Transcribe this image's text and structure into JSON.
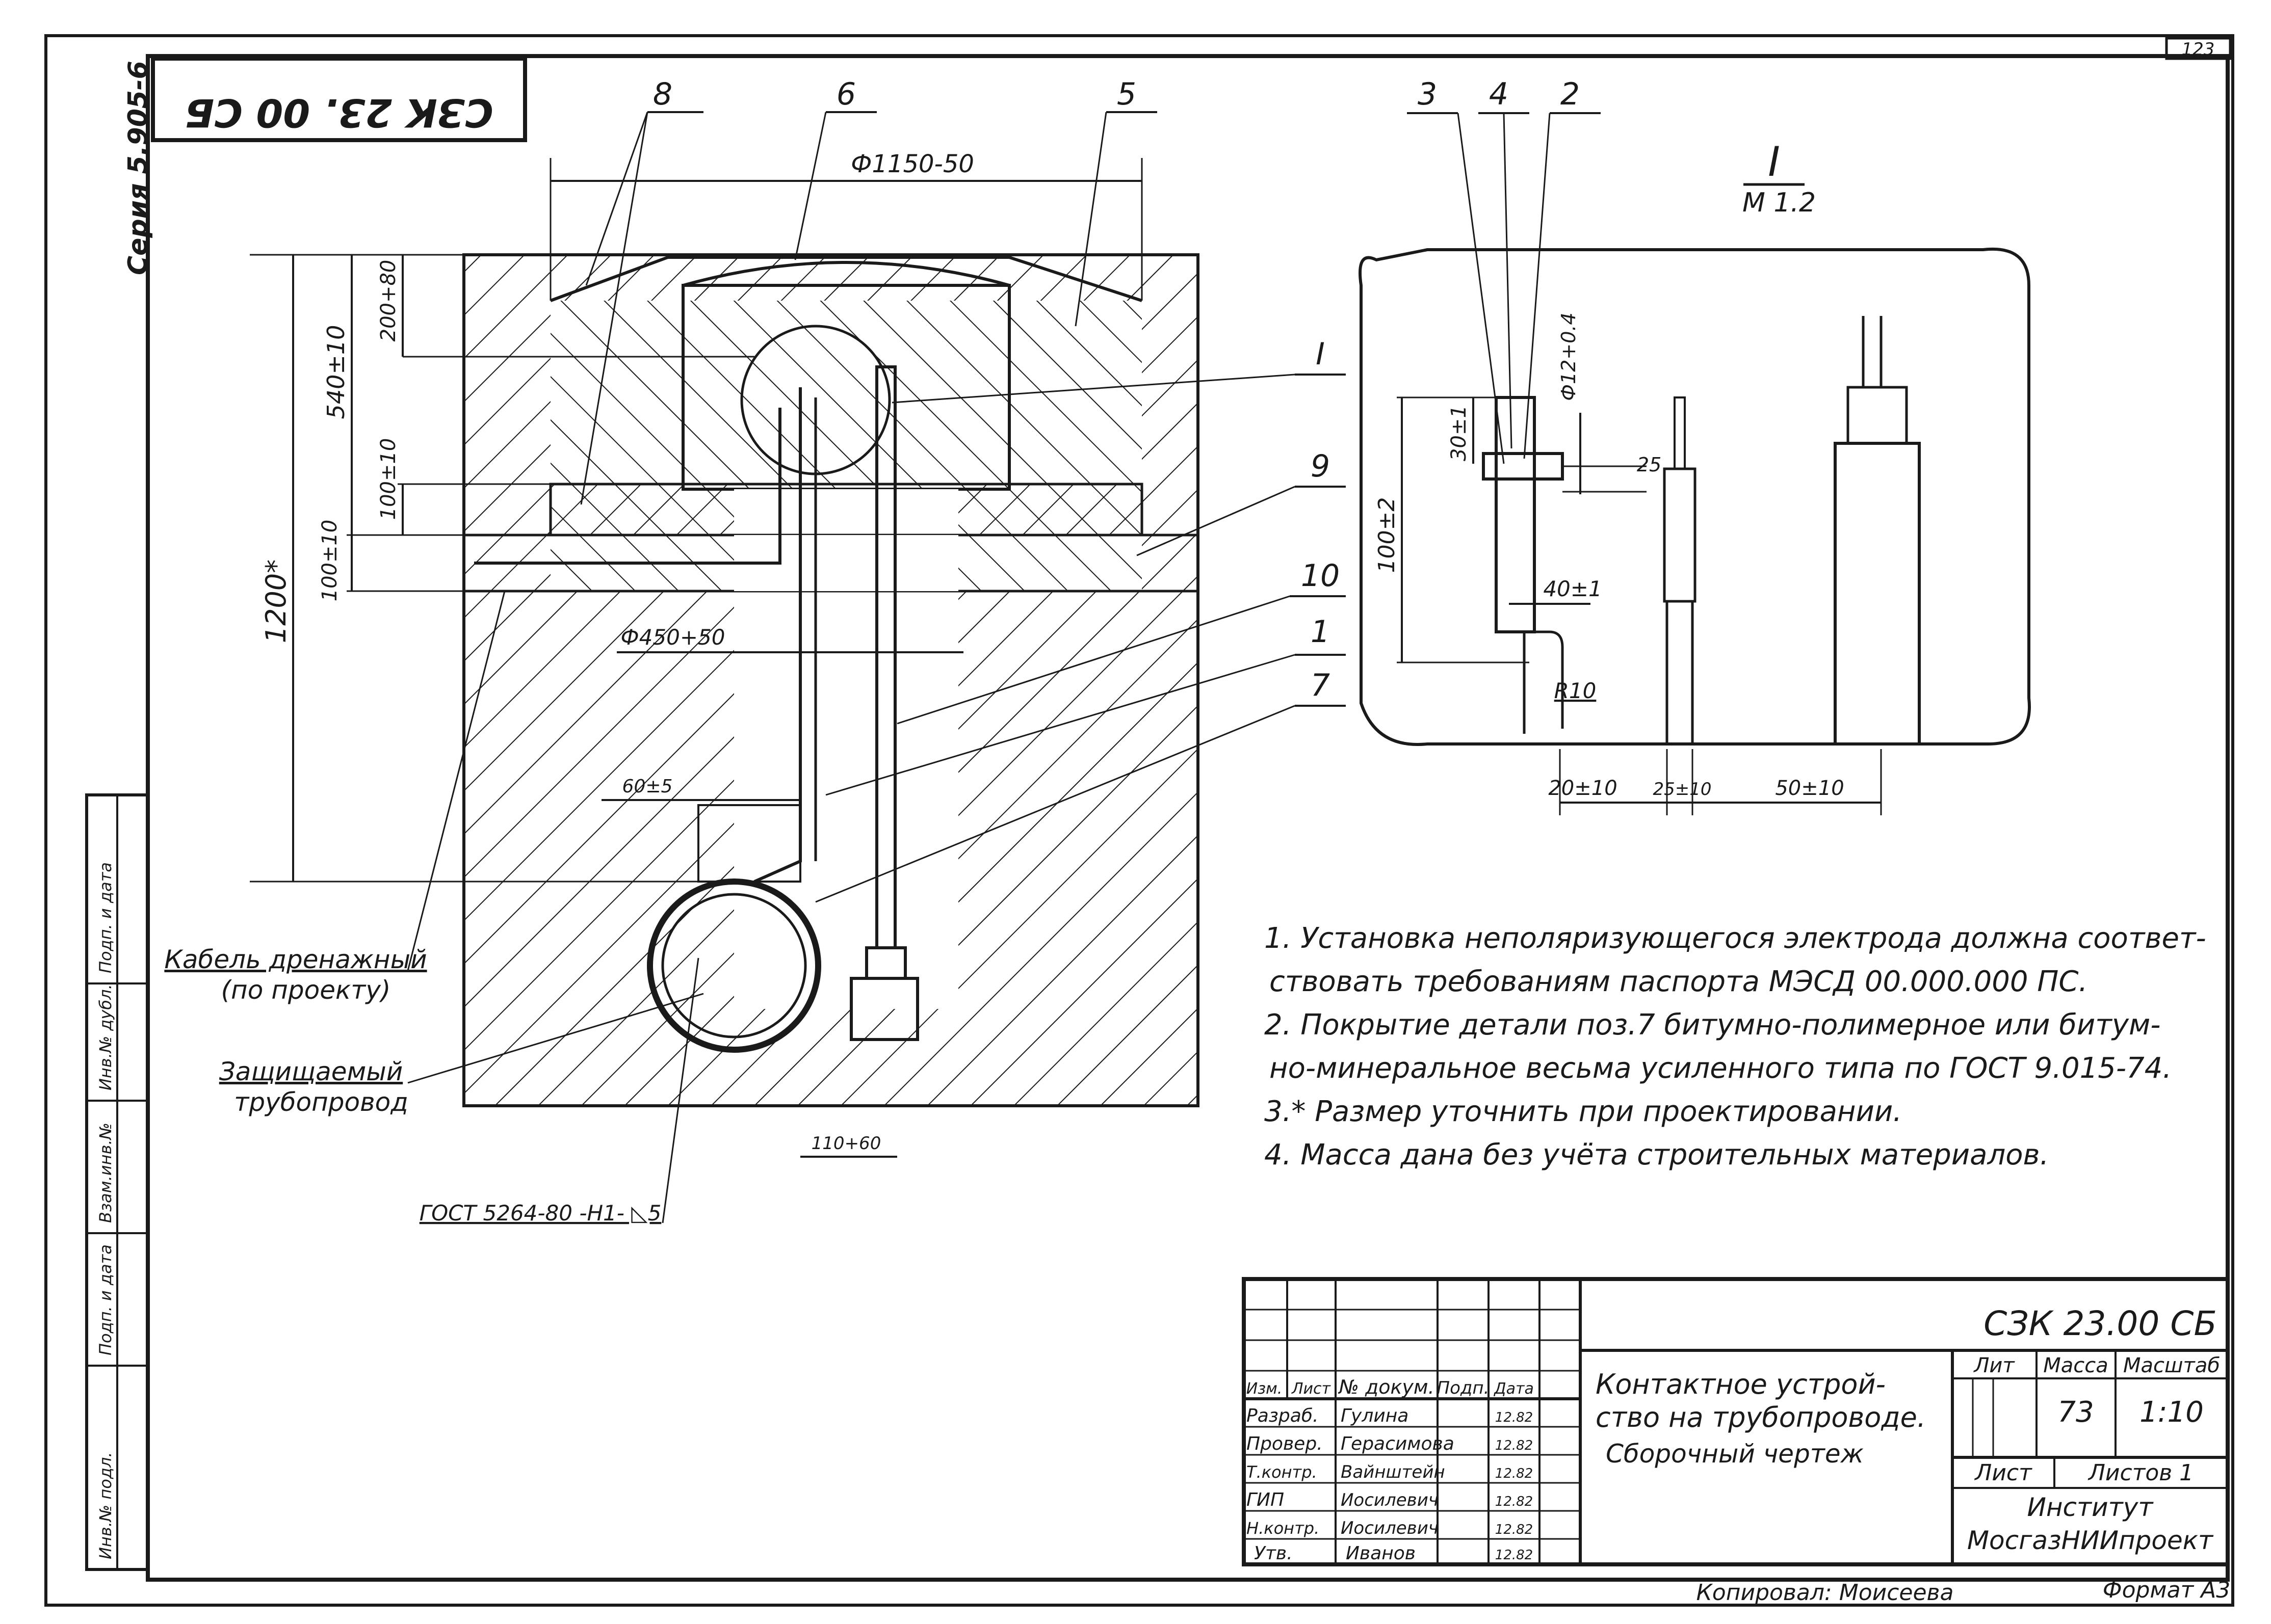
{
  "sheet": {
    "page_number": "123",
    "series": "Серия 5.905-6",
    "code_rotated": "СЗК 23. 00 СБ",
    "format": "Формат А3",
    "copied_by": "Копировал: Моисеева"
  },
  "main_view": {
    "callouts": [
      "8",
      "6",
      "5",
      "I",
      "9",
      "10",
      "1",
      "7"
    ],
    "dimensions": {
      "top_diameter": "Ф1150-50",
      "d540": "540±10",
      "d200": "200+80",
      "d100a": "100±10",
      "d100b": "100±10",
      "d1200": "1200*",
      "inner_diameter": "Ф450+50",
      "d60": "60±5",
      "d110": "110+60"
    },
    "labels": {
      "drain_cable_1": "Кабель дренажный",
      "drain_cable_2": "(по проекту)",
      "pipe_1": "Защищаемый",
      "pipe_2": "трубопровод",
      "weld": "ГОСТ 5264-80 -Н1- ◺5"
    }
  },
  "detail_view": {
    "title": "I",
    "scale": "М 1.2",
    "callouts": [
      "3",
      "4",
      "2"
    ],
    "dimensions": {
      "d30": "30±1",
      "d12": "Ф12+0.4",
      "d25": "25",
      "d100": "100±2",
      "d40": "40±1",
      "r10": "R10",
      "d20": "20±10",
      "d25b": "25±10",
      "d50": "50±10"
    }
  },
  "notes": [
    "1. Установка неполяризующегося электрода должна соответ-",
    "ствовать требованиям паспорта МЭСД 00.000.000 ПС.",
    "2. Покрытие детали поз.7 битумно-полимерное или битум-",
    "но-минеральное весьма усиленного типа по ГОСТ 9.015-74.",
    "3.* Размер уточнить при проектировании.",
    "4. Масса дана без учёта строительных материалов."
  ],
  "title_block": {
    "doc_code": "СЗК 23.00 СБ",
    "title_1": "Контактное устрой-",
    "title_2": "ство на трубопроводе.",
    "title_3": "Сборочный чертеж",
    "col_lit": "Лит",
    "col_mass": "Масса",
    "col_scale": "Масштаб",
    "mass": "73",
    "scale": "1:10",
    "sheet_label": "Лист",
    "sheets_label": "Листов 1",
    "org_1": "Институт",
    "org_2": "МосгазНИИпроект",
    "head": [
      "Изм.",
      "Лист",
      "№ докум.",
      "Подп.",
      "Дата"
    ],
    "rows": [
      {
        "role": "Разраб.",
        "name": "Гулина",
        "date": "12.82"
      },
      {
        "role": "Провер.",
        "name": "Герасимова",
        "date": "12.82"
      },
      {
        "role": "Т.контр.",
        "name": "Вайнштейн",
        "date": "12.82"
      },
      {
        "role": "ГИП",
        "name": "Иосилевич",
        "date": "12.82"
      },
      {
        "role": "Н.контр.",
        "name": "Иосилевич",
        "date": "12.82"
      },
      {
        "role": "Утв.",
        "name": "Иванов",
        "date": "12.82"
      }
    ]
  },
  "left_strip": [
    "Инв.№ подл.",
    "Подп. и дата",
    "Взам.инв.№",
    "Инв.№ дубл.",
    "Подп. и дата"
  ]
}
